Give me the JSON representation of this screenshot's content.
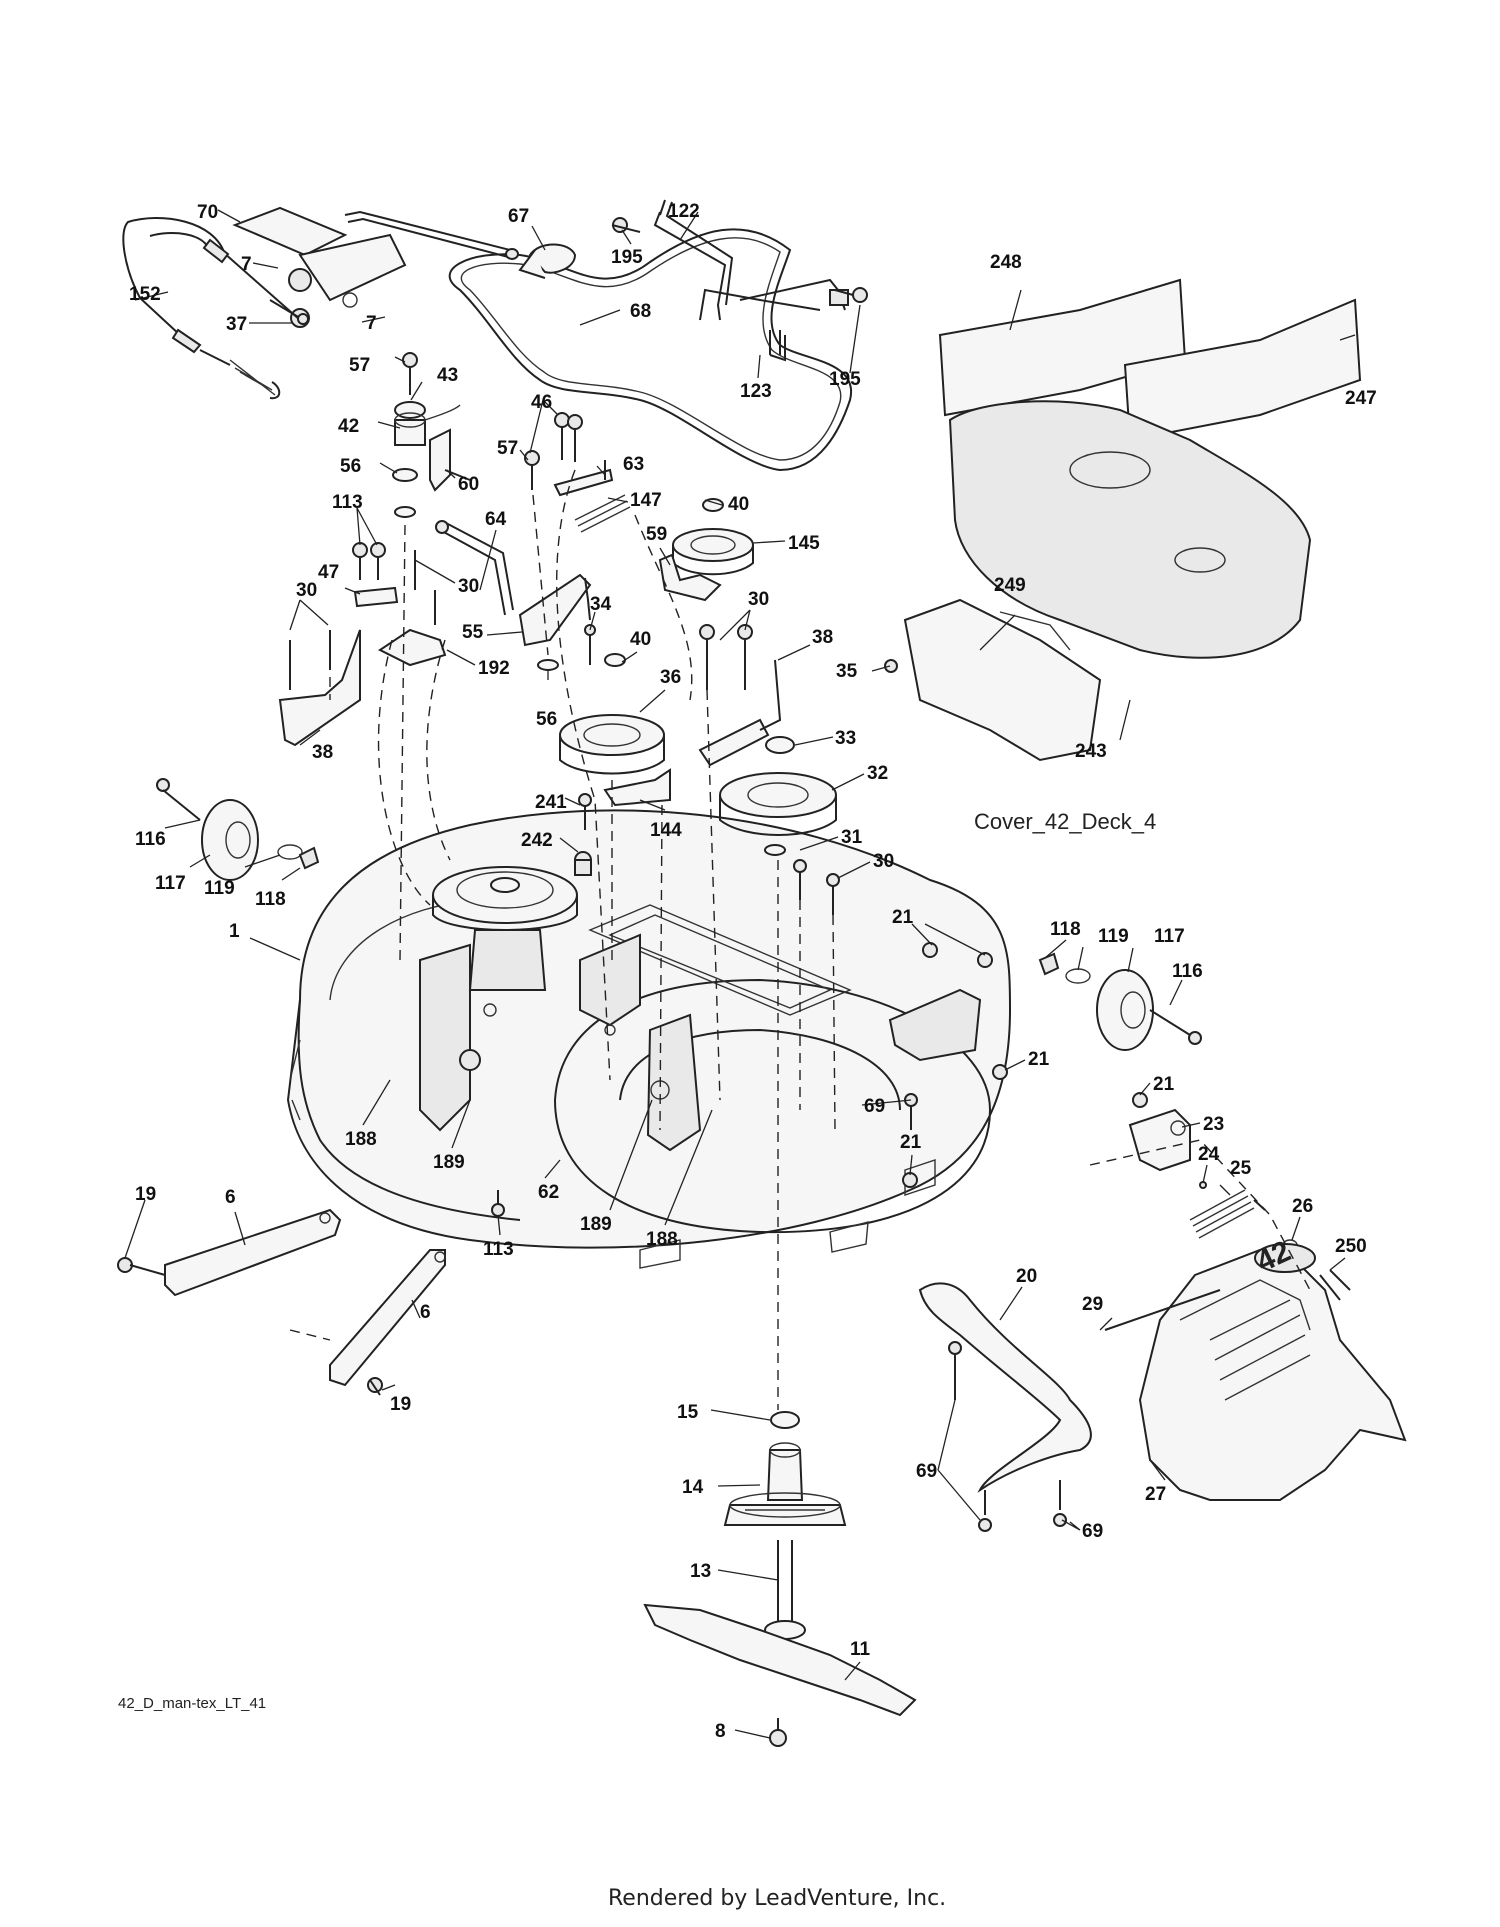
{
  "diagram_code": "42_D_man-tex_LT_41",
  "inset_caption": "Cover_42_Deck_4",
  "footer_text": "Rendered by LeadVenture, Inc.",
  "deck_cover_decal": "42",
  "callouts": [
    {
      "id": "c70",
      "text": "70"
    },
    {
      "id": "c7a",
      "text": "7"
    },
    {
      "id": "c7b",
      "text": "7"
    },
    {
      "id": "c152",
      "text": "152"
    },
    {
      "id": "c37",
      "text": "37"
    },
    {
      "id": "c67",
      "text": "67"
    },
    {
      "id": "c195a",
      "text": "195"
    },
    {
      "id": "c122",
      "text": "122"
    },
    {
      "id": "c68",
      "text": "68"
    },
    {
      "id": "c123",
      "text": "123"
    },
    {
      "id": "c195b",
      "text": "195"
    },
    {
      "id": "c57a",
      "text": "57"
    },
    {
      "id": "c43",
      "text": "43"
    },
    {
      "id": "c42",
      "text": "42"
    },
    {
      "id": "c56a",
      "text": "56"
    },
    {
      "id": "c60",
      "text": "60"
    },
    {
      "id": "c46",
      "text": "46"
    },
    {
      "id": "c57b",
      "text": "57"
    },
    {
      "id": "c63",
      "text": "63"
    },
    {
      "id": "c40a",
      "text": "40"
    },
    {
      "id": "c147",
      "text": "147"
    },
    {
      "id": "c145",
      "text": "145"
    },
    {
      "id": "c113a",
      "text": "113"
    },
    {
      "id": "c64",
      "text": "64"
    },
    {
      "id": "c59",
      "text": "59"
    },
    {
      "id": "c47",
      "text": "47"
    },
    {
      "id": "c30a",
      "text": "30"
    },
    {
      "id": "c30b",
      "text": "30"
    },
    {
      "id": "c34",
      "text": "34"
    },
    {
      "id": "c55",
      "text": "55"
    },
    {
      "id": "c192",
      "text": "192"
    },
    {
      "id": "c40b",
      "text": "40"
    },
    {
      "id": "c56b",
      "text": "56"
    },
    {
      "id": "c36",
      "text": "36"
    },
    {
      "id": "c38a",
      "text": "38"
    },
    {
      "id": "c30c",
      "text": "30"
    },
    {
      "id": "c38b",
      "text": "38"
    },
    {
      "id": "c35",
      "text": "35"
    },
    {
      "id": "c33",
      "text": "33"
    },
    {
      "id": "c32",
      "text": "32"
    },
    {
      "id": "c116a",
      "text": "116"
    },
    {
      "id": "c117a",
      "text": "117"
    },
    {
      "id": "c119a",
      "text": "119"
    },
    {
      "id": "c118a",
      "text": "118"
    },
    {
      "id": "c241",
      "text": "241"
    },
    {
      "id": "c144",
      "text": "144"
    },
    {
      "id": "c242",
      "text": "242"
    },
    {
      "id": "c31",
      "text": "31"
    },
    {
      "id": "c30d",
      "text": "30"
    },
    {
      "id": "c1",
      "text": "1"
    },
    {
      "id": "c21a",
      "text": "21"
    },
    {
      "id": "c118b",
      "text": "118"
    },
    {
      "id": "c119b",
      "text": "119"
    },
    {
      "id": "c117b",
      "text": "117"
    },
    {
      "id": "c116b",
      "text": "116"
    },
    {
      "id": "c21b",
      "text": "21"
    },
    {
      "id": "c21c",
      "text": "21"
    },
    {
      "id": "c23",
      "text": "23"
    },
    {
      "id": "c69a",
      "text": "69"
    },
    {
      "id": "c21d",
      "text": "21"
    },
    {
      "id": "c24",
      "text": "24"
    },
    {
      "id": "c25",
      "text": "25"
    },
    {
      "id": "c26",
      "text": "26"
    },
    {
      "id": "c250",
      "text": "250"
    },
    {
      "id": "c188a",
      "text": "188"
    },
    {
      "id": "c189a",
      "text": "189"
    },
    {
      "id": "c62",
      "text": "62"
    },
    {
      "id": "c189b",
      "text": "189"
    },
    {
      "id": "c188b",
      "text": "188"
    },
    {
      "id": "c113b",
      "text": "113"
    },
    {
      "id": "c19a",
      "text": "19"
    },
    {
      "id": "c6a",
      "text": "6"
    },
    {
      "id": "c6b",
      "text": "6"
    },
    {
      "id": "c19b",
      "text": "19"
    },
    {
      "id": "c20",
      "text": "20"
    },
    {
      "id": "c29",
      "text": "29"
    },
    {
      "id": "c15",
      "text": "15"
    },
    {
      "id": "c14",
      "text": "14"
    },
    {
      "id": "c69b",
      "text": "69"
    },
    {
      "id": "c69c",
      "text": "69"
    },
    {
      "id": "c27",
      "text": "27"
    },
    {
      "id": "c13",
      "text": "13"
    },
    {
      "id": "c11",
      "text": "11"
    },
    {
      "id": "c8",
      "text": "8"
    },
    {
      "id": "c248",
      "text": "248"
    },
    {
      "id": "c247",
      "text": "247"
    },
    {
      "id": "c249",
      "text": "249"
    },
    {
      "id": "c243",
      "text": "243"
    }
  ]
}
